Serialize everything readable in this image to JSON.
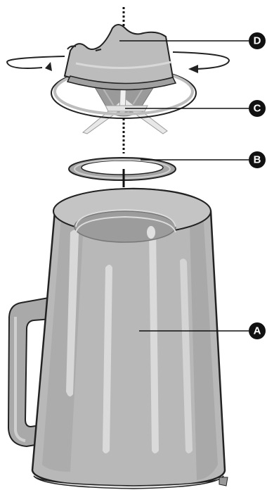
{
  "diagram": {
    "parts": [
      {
        "id": "A",
        "label": "A"
      },
      {
        "id": "B",
        "label": "B"
      },
      {
        "id": "C",
        "label": "C"
      },
      {
        "id": "D",
        "label": "D"
      }
    ]
  },
  "colors": {
    "outline": "#222222",
    "jar_fill": "#b7b7b7",
    "jar_highlight": "#d9d9d9",
    "jar_shadow": "#8e8e8e",
    "ring_fill": "#a8a8a8",
    "callout_badge": "#111111",
    "callout_text": "#ffffff"
  }
}
